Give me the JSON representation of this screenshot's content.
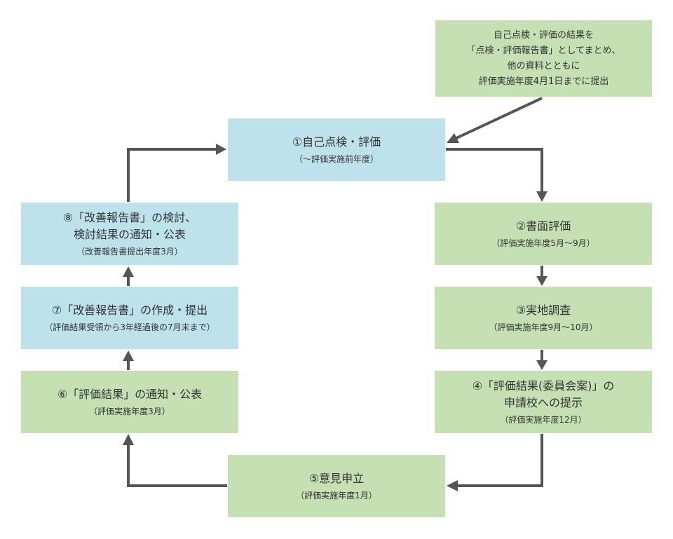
{
  "note": {
    "lines": [
      "自己点検・評価の結果を",
      "「点検・評価報告書」としてまとめ、",
      "他の資料とともに",
      "評価実施年度4月1日までに提出"
    ]
  },
  "steps": [
    {
      "id": 1,
      "main": "①自己点検・評価",
      "sub": "（〜評価実施前年度）",
      "color": "#bde2ec"
    },
    {
      "id": 2,
      "main": "②書面評価",
      "sub": "（評価実施年度5月〜9月）",
      "color": "#c5e0b3"
    },
    {
      "id": 3,
      "main": "③実地調査",
      "sub": "（評価実施年度9月〜10月）",
      "color": "#c5e0b3"
    },
    {
      "id": 4,
      "main_lines": [
        "④「評価結果(委員会案)」の",
        "申請校への提示"
      ],
      "sub": "（評価実施年度12月）",
      "color": "#c5e0b3"
    },
    {
      "id": 5,
      "main": "⑤意見申立",
      "sub": "（評価実施年度1月）",
      "color": "#c5e0b3"
    },
    {
      "id": 6,
      "main": "⑥「評価結果」の通知・公表",
      "sub": "（評価実施年度3月）",
      "color": "#c5e0b3"
    },
    {
      "id": 7,
      "main": "⑦「改善報告書」の作成・提出",
      "sub": "（評価結果受領から3年経過後の7月末まで）",
      "color": "#bde2ec"
    },
    {
      "id": 8,
      "main_lines": [
        "⑧「改善報告書」の検討、",
        "検討結果の通知・公表"
      ],
      "sub": "（改善報告書提出年度3月）",
      "color": "#bde2ec"
    }
  ],
  "colors": {
    "arrow": "#555555",
    "green": "#c5e0b3",
    "blue": "#bde2ec"
  }
}
